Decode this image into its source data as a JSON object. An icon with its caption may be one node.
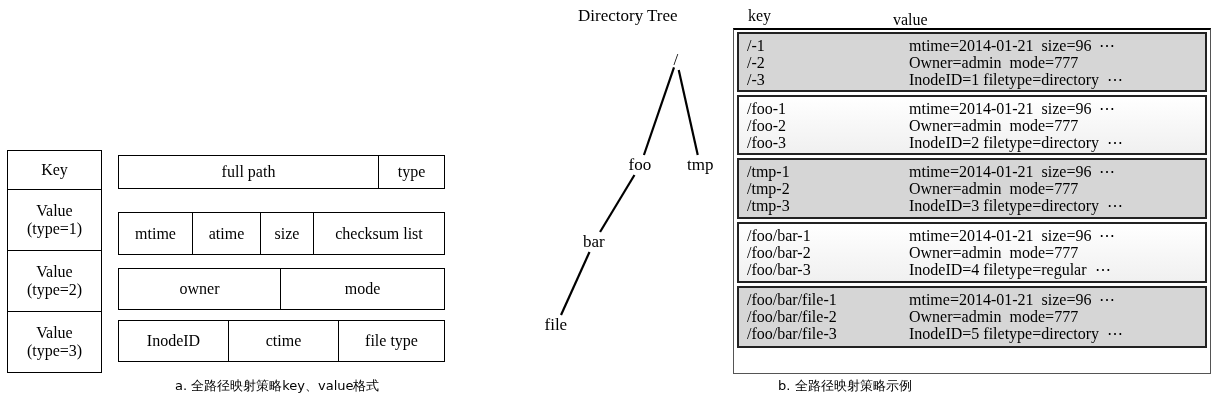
{
  "diagram": {
    "nodes": [
      {
        "text": [
          "/"
        ]
      },
      {
        "text": [
          "foo"
        ]
      },
      {
        "text": [
          "tmp"
        ]
      },
      {
        "text": [
          "bar"
        ]
      },
      {
        "text": [
          "file"
        ]
      }
    ],
    "edges": [
      {
        "from": 0,
        "to": 1,
        "arrow": "none"
      },
      {
        "from": 0,
        "to": 2,
        "arrow": "none"
      },
      {
        "from": 1,
        "to": 3,
        "arrow": "none"
      },
      {
        "from": 3,
        "to": 4,
        "arrow": "none"
      }
    ],
    "labels": [
      "Key",
      "full path",
      "type",
      "Value (type=1)",
      "mtime",
      "atime",
      "size",
      "checksum list",
      "Value (type=2)",
      "owner",
      "mode",
      "Value (type=3)",
      "InodeID",
      "ctime",
      "file type",
      "a. 全路径映射策略key、value格式",
      "Directory Tree",
      "key",
      "value",
      "/-1",
      "mtime=2014-01-21  size=96  ⋯",
      "/-2",
      "Owner=admin  mode=777",
      "/-3",
      "InodeID=1 filetype=directory  ⋯",
      "/foo-1",
      "mtime=2014-01-21  size=96  ⋯",
      "/foo-2",
      "Owner=admin  mode=777",
      "/foo-3",
      "InodeID=2 filetype=directory  ⋯",
      "/tmp-1",
      "mtime=2014-01-21  size=96  ⋯",
      "/tmp-2",
      "Owner=admin  mode=777",
      "/tmp-3",
      "InodeID=3 filetype=directory  ⋯",
      "/foo/bar-1",
      "mtime=2014-01-21  size=96  ⋯",
      "/foo/bar-2",
      "Owner=admin  mode=777",
      "/foo/bar-3",
      "InodeID=4 filetype=regular  ⋯",
      "/foo/bar/file-1",
      "mtime=2014-01-21  size=96  ⋯",
      "/foo/bar/file-2",
      "Owner=admin  mode=777",
      "/foo/bar/file-3",
      "InodeID=5 filetype=directory  ⋯",
      "b. 全路径映射策略示例"
    ]
  }
}
